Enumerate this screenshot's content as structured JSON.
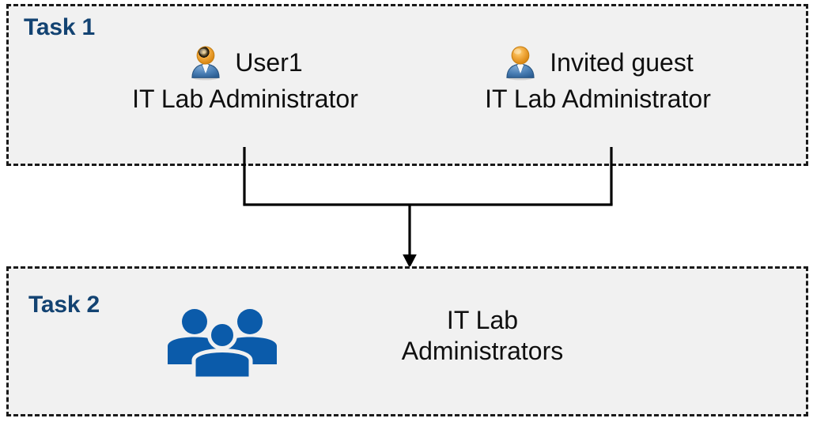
{
  "diagram": {
    "title": "Task flow: users with IT Lab Administrator role grouped into IT Lab Administrators",
    "background_color": "#ffffff",
    "box_fill_color": "#f1f1f1",
    "box_border_color": "#1a1a1a",
    "label_color": "#134372",
    "text_color": "#0f0f0f",
    "connector_color": "#000000",
    "group_icon_color": "#0b5baa"
  },
  "task1": {
    "label": "Task 1",
    "people": [
      {
        "icon": "user-icon",
        "name": "User1",
        "role": "IT Lab Administrator"
      },
      {
        "icon": "user-icon",
        "name": "Invited guest",
        "role": "IT Lab Administrator"
      }
    ]
  },
  "task2": {
    "label": "Task 2",
    "group": {
      "icon": "user-group-icon",
      "name_line1": "IT Lab",
      "name_line2": "Administrators"
    }
  },
  "connector": {
    "type": "merge-arrow",
    "from": [
      "User1",
      "Invited guest"
    ],
    "to": "IT Lab Administrators",
    "arrowhead": "arrow-down-icon"
  }
}
